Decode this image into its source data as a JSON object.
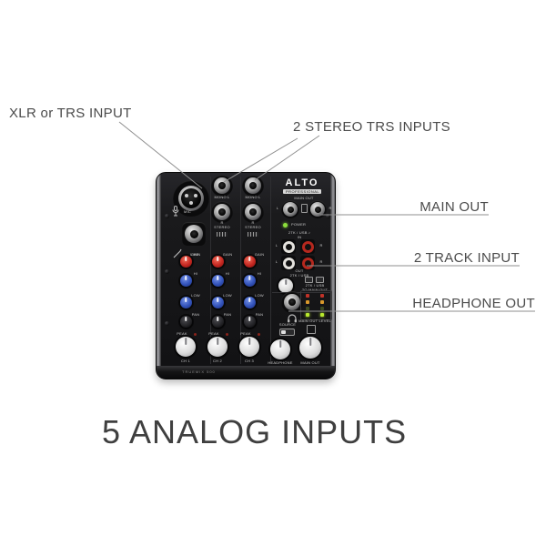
{
  "callouts": {
    "xlr_trs": "XLR or TRS INPUT",
    "stereo_trs": "2 STEREO TRS INPUTS",
    "main_out": "MAIN OUT",
    "two_track_input": "2 TRACK INPUT",
    "headphone_out": "HEADPHONE OUT"
  },
  "caption": "5 ANALOG INPUTS",
  "mixer": {
    "brand": "ALTO",
    "brand_sub": "PROFESSIONAL",
    "model": "TRUEMIX 500",
    "inputs": {
      "mic": "MIC",
      "line": "LINE",
      "mono_l": "MONO L",
      "r": "R",
      "stereo": "STEREO"
    },
    "strip": {
      "gain": "GAIN",
      "hi": "HI",
      "low": "LOW",
      "pan": "PAN",
      "peak": "PEAK"
    },
    "channels": [
      {
        "name": "CH 1"
      },
      {
        "name": "CH 2"
      },
      {
        "name": "CH 3"
      }
    ],
    "panel": {
      "main_out": "MAIN OUT",
      "l": "L",
      "r": "R",
      "power": "POWER",
      "tk_usb_in_1": "2TK / USB ♪",
      "tk_usb_in_2": "IN",
      "tk_usb_out_1": "OUT",
      "tk_usb_out_2": "2TK / USB",
      "tk_to_main_1": "2TK / USB",
      "tk_to_main_2": "TO MAIN OUT",
      "main_out_level": "MAIN OUT LEVEL",
      "source": "SOURCE",
      "headphone": "HEADPHONE",
      "main_out_knob": "MAIN OUT"
    },
    "colors": {
      "gain_knob": "#c42721",
      "eq_knob": "#3252ba",
      "level_knob": "#e2e2e2",
      "power_led": "#8ce03c",
      "meter_red": "#c03228",
      "meter_yellow": "#d9982b",
      "meter_green": "#b8e82e"
    }
  }
}
